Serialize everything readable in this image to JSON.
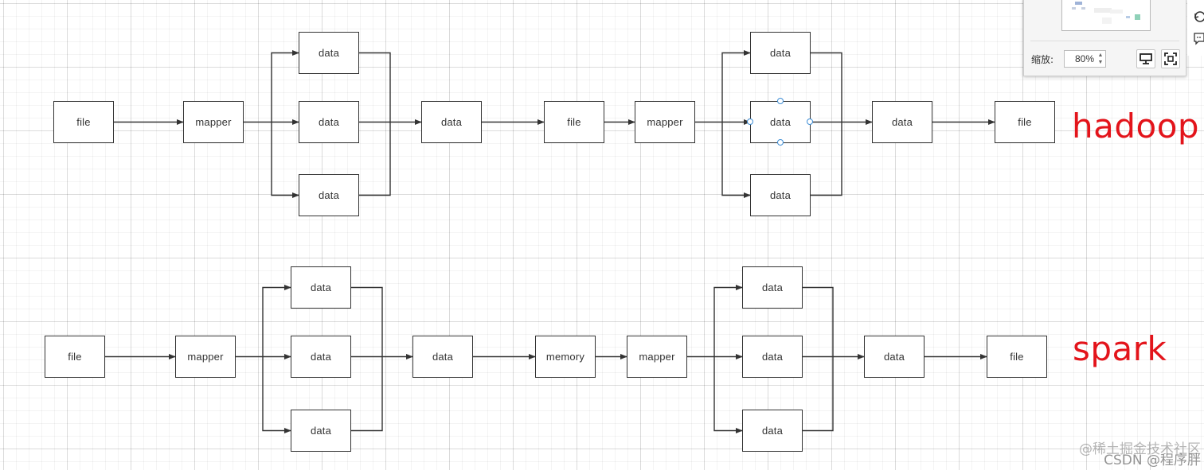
{
  "diagram": {
    "hadoop": {
      "label": "hadoop",
      "nodes": [
        "file",
        "mapper",
        "data",
        "data",
        "data",
        "data",
        "file",
        "mapper",
        "data",
        "data",
        "data",
        "data",
        "file"
      ]
    },
    "spark": {
      "label": "spark",
      "nodes": [
        "file",
        "mapper",
        "data",
        "data",
        "data",
        "data",
        "memory",
        "mapper",
        "data",
        "data",
        "data",
        "data",
        "file"
      ]
    }
  },
  "navigator": {
    "zoom_label": "缩放:",
    "zoom_value": "80%"
  },
  "toolbar_icons": [
    "history-icon",
    "comment-icon"
  ],
  "watermark": {
    "line1": "@稀土掘金技术社区",
    "line2": "CSDN @程序胖"
  },
  "colors": {
    "label_red": "#e3141b",
    "selection_blue": "#3e8ed6",
    "box_border": "#333333"
  }
}
